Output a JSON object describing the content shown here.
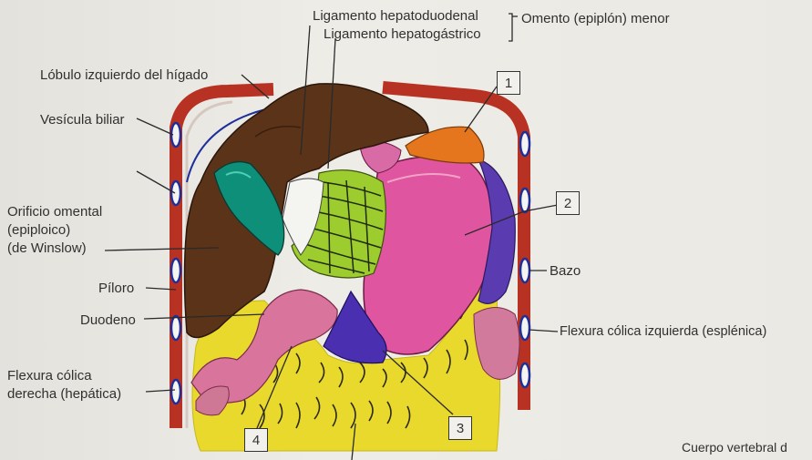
{
  "labels": {
    "ligamento_hepatoduodenal": "Ligamento hepatoduodenal",
    "ligamento_hepatogastrico": "Ligamento hepatogástrico",
    "omento_menor": "Omento (epiplón) menor",
    "lobulo_izquierdo": "Lóbulo izquierdo del hígado",
    "vesicula_biliar": "Vesícula biliar",
    "orificio_omental_1": "Orificio omental",
    "orificio_omental_2": "(epiploico)",
    "orificio_omental_3": "(de Winslow)",
    "piloro": "Píloro",
    "duodeno": "Duodeno",
    "flexura_derecha_1": "Flexura cólica",
    "flexura_derecha_2": "derecha (hepática)",
    "bazo": "Bazo",
    "flexura_izquierda": "Flexura cólica izquierda (esplénica)",
    "cuerpo_vertebral": "Cuerpo vertebral d"
  },
  "number_boxes": {
    "n1": "1",
    "n2": "2",
    "n3": "3",
    "n4": "4"
  },
  "colors": {
    "liver": "#5a3319",
    "gallbladder": "#0e8f7a",
    "stomach": "#e0559f",
    "spleen": "#5b3bb0",
    "omentum_yellow": "#e8d92c",
    "pancreas_pink": "#d9749c",
    "orange_organ": "#e6761e",
    "lesser_omentum_green": "#9ccc2e",
    "body_wall_red": "#b83224",
    "vessel_blue": "#1e2f9a"
  }
}
